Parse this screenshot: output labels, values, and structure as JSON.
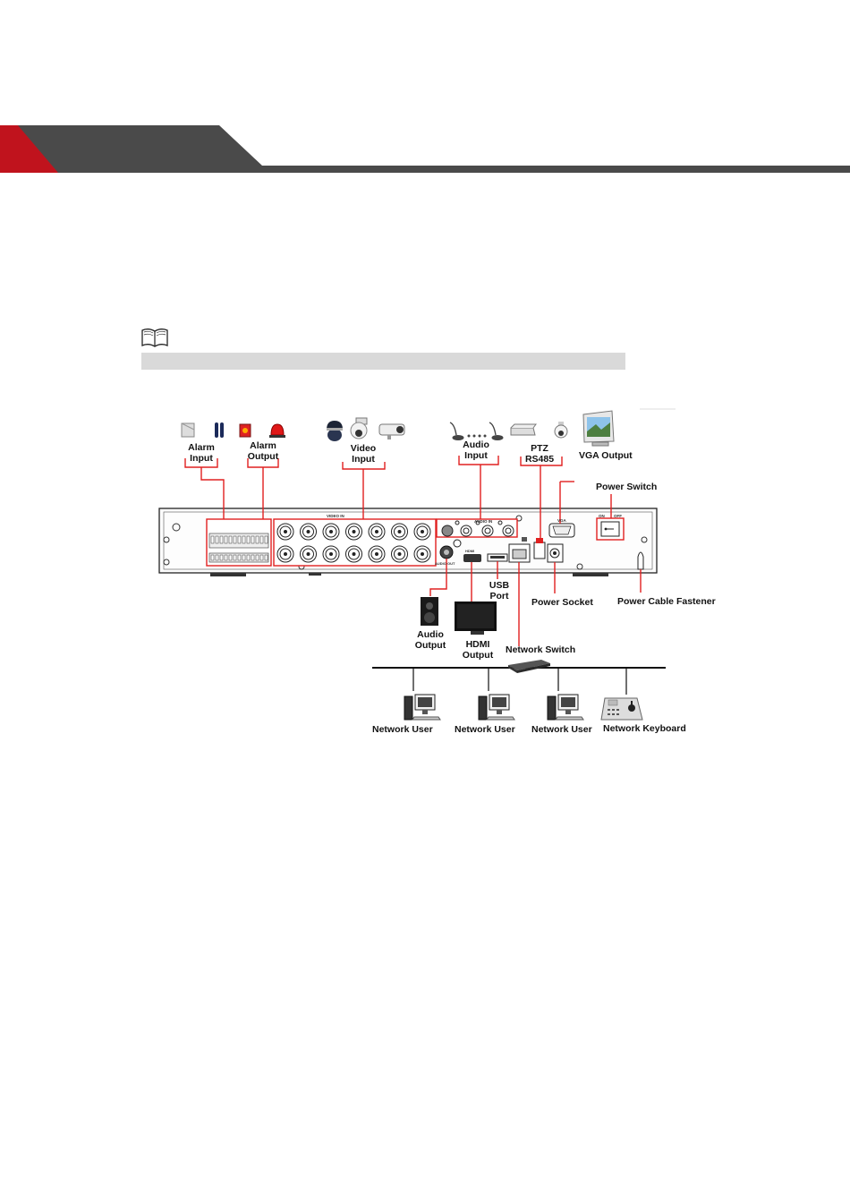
{
  "labels": {
    "alarm_input": [
      "Alarm",
      "Input"
    ],
    "alarm_output": [
      "Alarm",
      "Output"
    ],
    "video_input": [
      "Video",
      "Input"
    ],
    "audio_input": [
      "Audio",
      "Input"
    ],
    "ptz": [
      "PTZ",
      "RS485"
    ],
    "vga_output": "VGA Output",
    "power_switch": "Power Switch",
    "usb_port": [
      "USB",
      "Port"
    ],
    "power_socket": "Power Socket",
    "power_cable_fastener": "Power Cable Fastener",
    "audio_output": [
      "Audio",
      "Output"
    ],
    "hdmi_output": [
      "HDMI",
      "Output"
    ],
    "network_switch": "Network Switch",
    "network_users": [
      "Network User",
      "Network User",
      "Network User"
    ],
    "network_keyboard": "Network Keyboard"
  },
  "panel_text": {
    "video_in": "VIDEO IN",
    "audio_in": "AUDIO IN",
    "audio_out": "AUDIO OUT",
    "vga": "VGA",
    "hdmi": "HDMI",
    "on": "ON",
    "off": "OFF"
  },
  "colors": {
    "header_red": "#c0131d",
    "header_dark": "#4a4a4a",
    "callout_red": "#e02020",
    "note_bar": "#d9d9d9"
  },
  "icons": [
    "book-icon",
    "camera-icon",
    "monitor-icon",
    "speaker-icon",
    "tv-icon",
    "computer-icon",
    "keyboard-icon",
    "microphone-icon",
    "alarm-sensor-icon",
    "siren-icon"
  ]
}
